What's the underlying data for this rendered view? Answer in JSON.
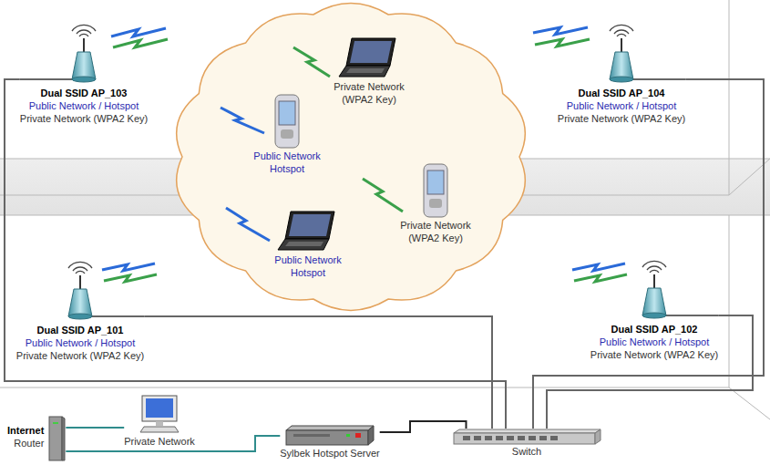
{
  "diagram": {
    "nodes": [
      {
        "text": [
          "Dual SSID AP_103",
          "Public Network / Hotspot",
          "Private Network (WPA2 Key)"
        ]
      },
      {
        "text": [
          "Private Network (WPA2 Key)"
        ]
      },
      {
        "text": [
          "Dual SSID AP_104",
          "Public Network / Hotspot",
          "Private Network (WPA2 Key)"
        ]
      },
      {
        "text": [
          "Public Network Hotspot"
        ]
      },
      {
        "text": [
          "Private Network (WPA2 Key)"
        ]
      },
      {
        "text": [
          "Public Network Hotspot"
        ]
      },
      {
        "text": [
          "Dual SSID AP_101",
          "Public Network / Hotspot",
          "Private Network (WPA2 Key)"
        ]
      },
      {
        "text": [
          "Dual SSID AP_102",
          "Public Network / Hotspot",
          "Private Network (WPA2 Key)"
        ]
      },
      {
        "text": [
          "Internet",
          "Router"
        ]
      },
      {
        "text": [
          "Private Network"
        ]
      },
      {
        "text": [
          "Sylbek Hotspot Server"
        ]
      },
      {
        "text": [
          "Switch"
        ]
      }
    ],
    "edges": [
      {
        "from": 8,
        "to": 9,
        "arrow": "none"
      },
      {
        "from": 8,
        "to": 10,
        "arrow": "none"
      },
      {
        "from": 10,
        "to": 11,
        "arrow": "none"
      },
      {
        "from": 6,
        "to": 11,
        "arrow": "none"
      },
      {
        "from": 0,
        "to": 11,
        "arrow": "none"
      },
      {
        "from": 2,
        "to": 11,
        "arrow": "none"
      },
      {
        "from": 7,
        "to": 11,
        "arrow": "none"
      }
    ]
  }
}
